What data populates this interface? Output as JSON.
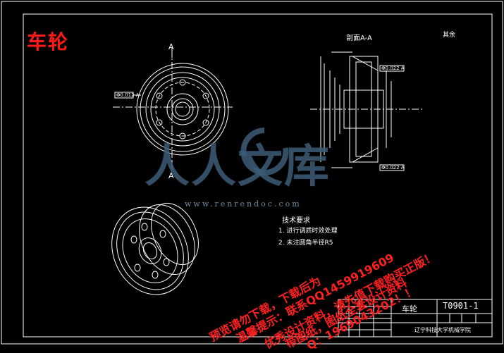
{
  "drawing": {
    "title": "车轮",
    "section_mark": "A",
    "section_label": "剖面A-A",
    "roughness_label": "其余",
    "tech_requirements": {
      "title": "技术要求",
      "items": [
        "1. 进行调质时效处理",
        "2. 未注圆角半径R5"
      ]
    },
    "title_block": {
      "part_name": "车轮",
      "drawing_code": "T0901-1",
      "school": "辽宁科技大学机械学院"
    },
    "dimensions": {
      "front": [
        "Φ0.012 A"
      ],
      "section": [
        "Φ0.022 A",
        "Φ0.022 A"
      ]
    }
  },
  "watermark": {
    "logo_text": "人人文库",
    "url": "www.renrendoc.com",
    "red_lines": [
      "预览请勿下载，下载后为",
      "温馨提示：联系QQ1459919609",
      "优秀设计资料，请先值下载购买正版！",
      "带图纸，图纸全套设计资料",
      "Q：1969043202！！"
    ]
  },
  "colors": {
    "background": "#000000",
    "line": "#ffffff",
    "title": "#ff1a1a",
    "watermark_red": "#ff2020",
    "watermark_blue": "#3c5c77"
  }
}
